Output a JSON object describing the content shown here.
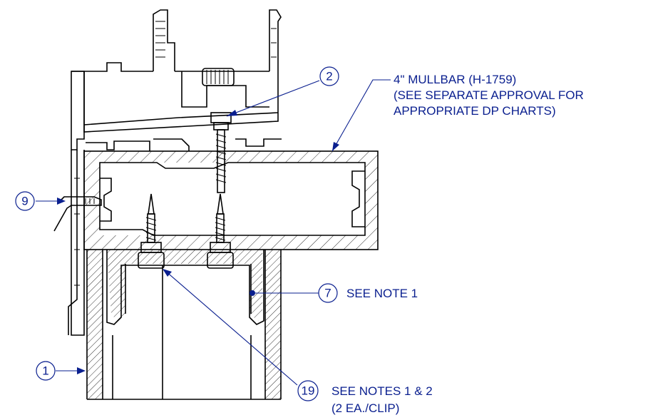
{
  "callouts": {
    "c1": "1",
    "c2": "2",
    "c7": "7",
    "c9": "9",
    "c19": "19"
  },
  "notes": {
    "mullbar_line1": "4\" MULLBAR (H-1759)",
    "mullbar_line2": "(SEE SEPARATE APPROVAL FOR",
    "mullbar_line3": "APPROPRIATE DP CHARTS)",
    "note7": "SEE NOTE 1",
    "note19_line1": "SEE NOTES 1 & 2",
    "note19_line2": "(2 EA./CLIP)"
  },
  "colors": {
    "annotation": "#0a1f8f",
    "linework": "#000000"
  }
}
